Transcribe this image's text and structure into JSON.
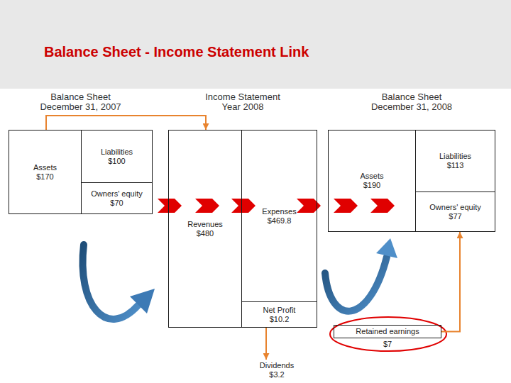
{
  "diagram": {
    "title": "Balance Sheet - Income Statement Link",
    "nodes": [
      {
        "text": [
          "Balance Sheet December 31, 2007"
        ]
      },
      {
        "text": [
          "Assets $170"
        ],
        "in": 0
      },
      {
        "text": [
          "Liabilities $100"
        ],
        "in": 0
      },
      {
        "text": [
          "Owners' equity $70"
        ],
        "in": 0
      },
      {
        "text": [
          "Income Statement Year 2008"
        ]
      },
      {
        "text": [
          "Revenues $480"
        ],
        "in": 4
      },
      {
        "text": [
          "Expenses $469.8"
        ],
        "in": 4
      },
      {
        "text": [
          "Net Profit $10.2"
        ],
        "in": 4
      },
      {
        "text": [
          "Balance Sheet December 31, 2008"
        ]
      },
      {
        "text": [
          "Assets $190"
        ],
        "in": 8
      },
      {
        "text": [
          "Liabilities $113"
        ],
        "in": 8
      },
      {
        "text": [
          "Owners' equity $77"
        ],
        "in": 8
      },
      {
        "text": [
          "Retained earnings",
          "$7"
        ]
      },
      {
        "text": [
          "Dividends $3.2"
        ]
      }
    ],
    "edges": [
      {
        "from": 0,
        "to": 4,
        "arrow": "to"
      },
      {
        "from": 7,
        "to": 13,
        "arrow": "to"
      },
      {
        "from": 12,
        "to": 11,
        "arrow": "to"
      }
    ]
  }
}
